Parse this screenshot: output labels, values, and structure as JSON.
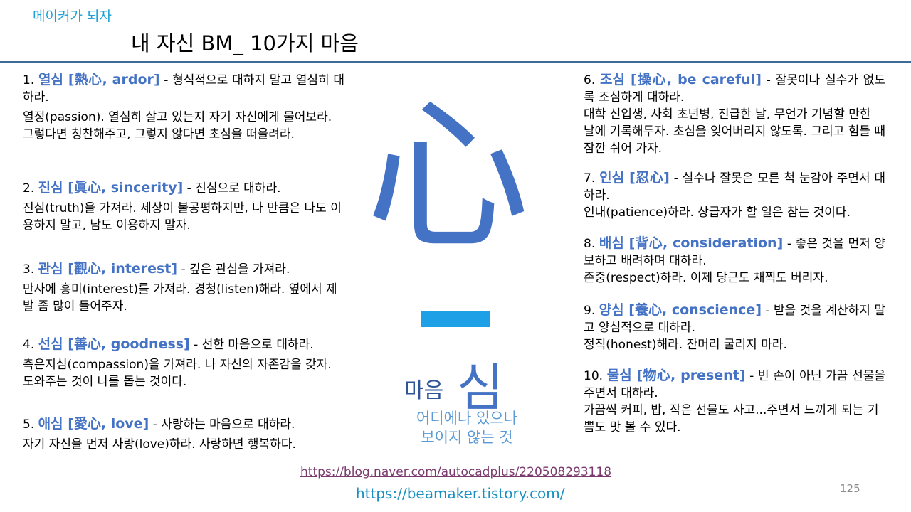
{
  "header": {
    "brand": "메이커가 되자",
    "title": "내 자신 BM_ 10가지 마음"
  },
  "left_items": [
    {
      "num": "1.",
      "keyword": "열심 [熱心, ardor]",
      "rest": " - 형식적으로 대하지 말고 열심히 대하라.",
      "body": "열정(passion). 열심히 살고 있는지 자기 자신에게 물어보라. 그렇다면 칭찬해주고, 그렇지 않다면 초심을 떠올려라."
    },
    {
      "num": "2.",
      "keyword": "진심 [眞心, sincerity]",
      "rest": " - 진심으로 대하라.",
      "body": "진심(truth)을 가져라. 세상이 불공평하지만, 나 만큼은 나도 이용하지 말고, 남도 이용하지 말자."
    },
    {
      "num": "3.",
      "keyword": "관심 [觀心, interest]",
      "rest": " - 깊은 관심을 가져라.",
      "body": "만사에 흥미(interest)를 가져라. 경청(listen)해라. 옆에서 제발 좀 많이 들어주자."
    },
    {
      "num": "4.",
      "keyword": "선심 [善心, goodness]",
      "rest": " - 선한 마음으로 대하라.",
      "body": "측은지심(compassion)을 가져라. 나 자신의 자존감을 갖자. 도와주는 것이 나를 돕는 것이다."
    },
    {
      "num": "5.",
      "keyword": "애심 [愛心, love]",
      "rest": " - 사랑하는 마음으로 대하라.",
      "body": "자기 자신을 먼저 사랑(love)하라. 사랑하면 행복하다."
    }
  ],
  "right_items": [
    {
      "num": "6.",
      "keyword": "조심 [操心, be careful]",
      "rest": " - 잘못이나 실수가 없도록 조심하게 대하라.",
      "body": "대학 신입생, 사회 초년병, 진급한 날, 무언가 기념할 만한 날에 기록해두자. 초심을 잊어버리지 않도록. 그리고 힘들 때 잠깐 쉬어 가자."
    },
    {
      "num": "7.",
      "keyword": "인심 [忍心]",
      "rest": " - 실수나 잘못은 모른 척 눈감아 주면서 대하라.",
      "body": "인내(patience)하라. 상급자가 할 일은 참는 것이다."
    },
    {
      "num": "8.",
      "keyword": "배심 [背心, consideration]",
      "rest": " - 좋은 것을 먼저 양보하고 배려하며 대하라.",
      "body": "존중(respect)하라. 이제 당근도 채찍도 버리자."
    },
    {
      "num": "9.",
      "keyword": "양심 [養心, conscience]",
      "rest": " - 받을 것을 계산하지 말고 양심적으로 대하라.",
      "body": "정직(honest)해라. 잔머리 굴리지 마라."
    },
    {
      "num": "10.",
      "keyword": "물심 [物心, present]",
      "rest": " - 빈 손이 아닌 가끔 선물을 주면서 대하라.",
      "body": "가끔씩 커피, 밥, 작은 선물도 사고...주면서 느끼게 되는 기쁨도 맛 볼 수 있다."
    }
  ],
  "center": {
    "big_char": "心",
    "maum": "마음",
    "sim": "심",
    "tagline_1": "어디에나 있으나",
    "tagline_2": "보이지 않는 것"
  },
  "footer": {
    "link_1": "https://blog.naver.com/autocadplus/220508293118",
    "link_2": "https://beamaker.tistory.com/",
    "page_number": "125"
  },
  "colors": {
    "accent_blue": "#4472c4",
    "brand_cyan": "#1aa0d8",
    "rule": "#3d6a98",
    "dash": "#1ea0e6"
  }
}
